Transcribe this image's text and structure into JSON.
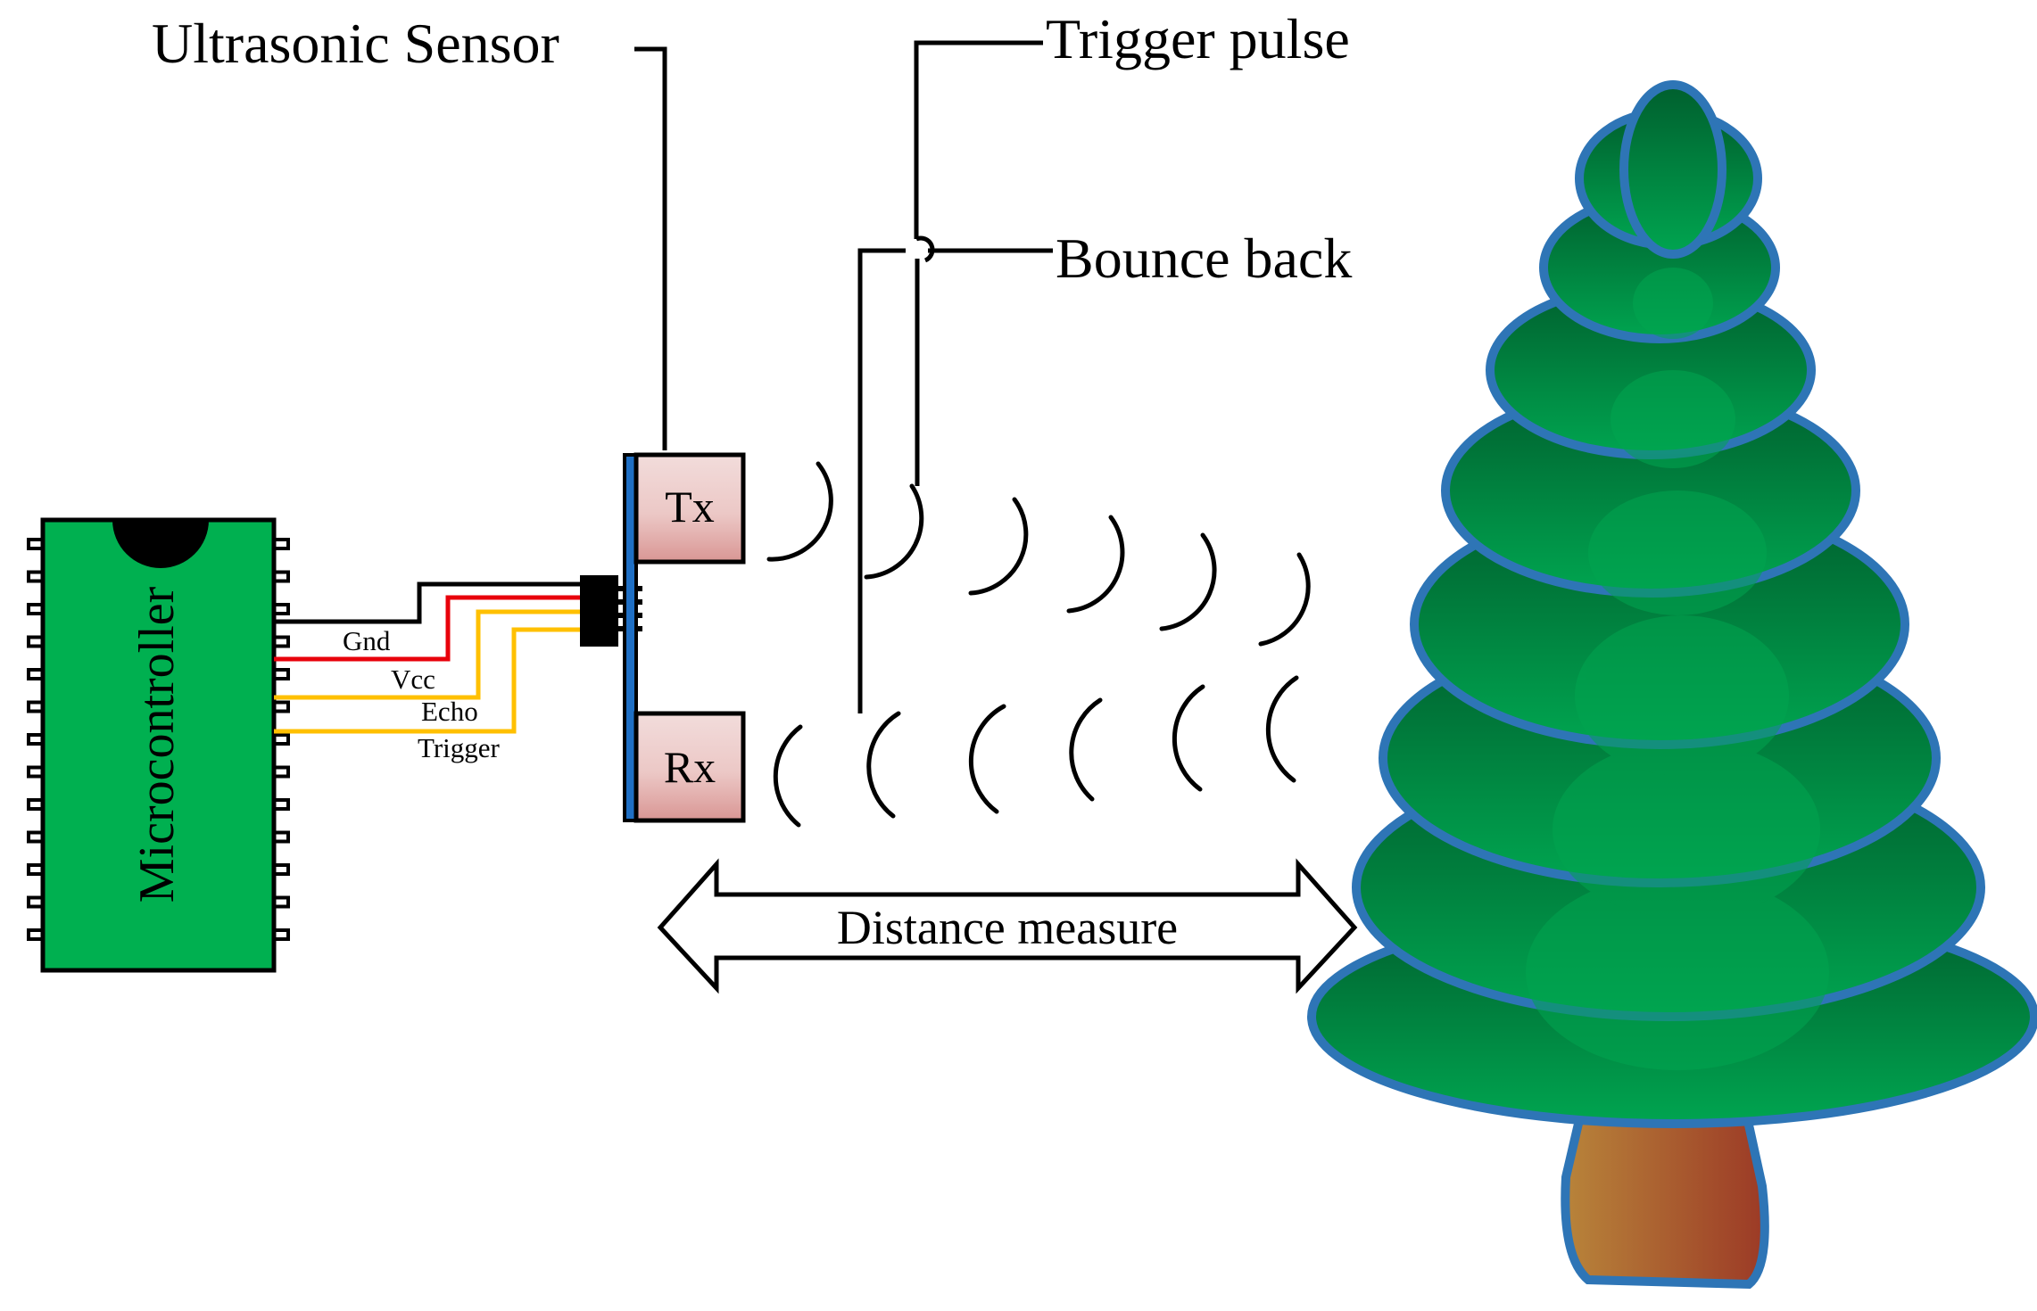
{
  "labels": {
    "ultrasonic_sensor": "Ultrasonic Sensor",
    "trigger_pulse": "Trigger pulse",
    "bounce_back": "Bounce back",
    "tx": "Tx",
    "rx": "Rx",
    "microcontroller": "Microcontroller",
    "distance_measure": "Distance measure"
  },
  "wires": [
    {
      "label": "Gnd",
      "color": "#000000"
    },
    {
      "label": "Vcc",
      "color": "#e8000b"
    },
    {
      "label": "Echo",
      "color": "#ffc000"
    },
    {
      "label": "Trigger",
      "color": "#ffc000"
    }
  ],
  "colors": {
    "microcontroller_body": "#00b050",
    "sensor_board": "#1f6fc4",
    "transducer_top": "#f2dcdb",
    "transducer_bottom": "#d99694",
    "tree_foliage_dark": "#006b33",
    "tree_foliage_light": "#00a550",
    "tree_outline": "#2e75b6",
    "trunk_left": "#b8843a",
    "trunk_right": "#9c3a26"
  },
  "icons": {
    "tree": "pine-tree-icon",
    "microcontroller": "ic-chip-icon",
    "sensor": "ultrasonic-sensor-icon",
    "arrow": "double-headed-arrow-icon"
  }
}
